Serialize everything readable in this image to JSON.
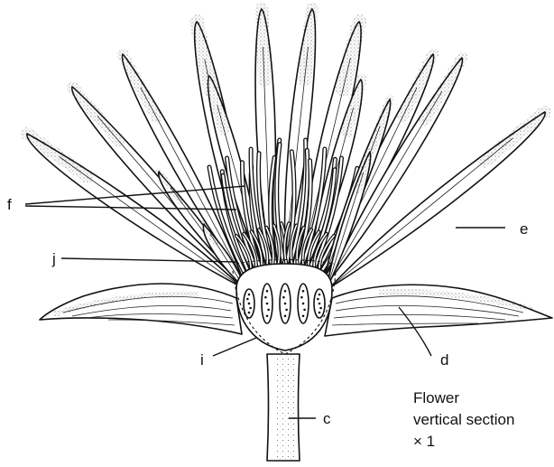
{
  "labels": {
    "f": "f",
    "e": "e",
    "j": "j",
    "d": "d",
    "i": "i",
    "c": "c"
  },
  "caption": {
    "line1": "Flower",
    "line2": "vertical section",
    "line3": "× 1"
  }
}
